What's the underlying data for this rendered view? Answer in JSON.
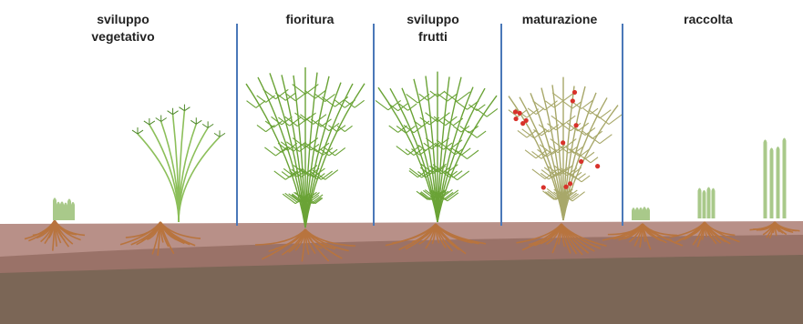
{
  "stages": [
    {
      "lines": [
        "sviluppo",
        "vegetativo"
      ]
    },
    {
      "lines": [
        "fioritura"
      ]
    },
    {
      "lines": [
        "sviluppo",
        "frutti"
      ]
    },
    {
      "lines": [
        "maturazione"
      ]
    },
    {
      "lines": [
        "raccolta"
      ]
    }
  ],
  "colors": {
    "soil_top": "#b89088",
    "soil_mid": "#9a7268",
    "soil_deep": "#7b6656",
    "foliage": "#6aa336",
    "foliage_dark": "#4f8a2a",
    "stem_young": "#8cbf5a",
    "root": "#b8743e",
    "berry": "#d8322b",
    "mature_foliage": "#a8a86a",
    "spear": "#a9c98a",
    "divider": "#4a78b8"
  }
}
